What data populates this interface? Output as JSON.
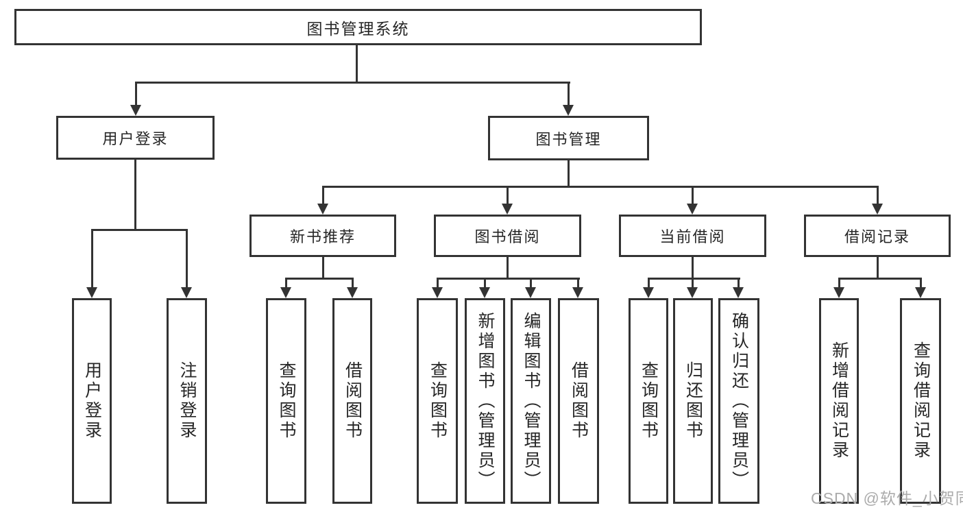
{
  "diagram": {
    "root": {
      "label": "图书管理系统"
    },
    "level2": {
      "user_login": {
        "label": "用户登录",
        "children": [
          "用户登录",
          "注销登录"
        ]
      },
      "book_mgmt": {
        "label": "图书管理",
        "children": {
          "new_books": {
            "label": "新书推荐",
            "children": [
              "查询图书",
              "借阅图书"
            ]
          },
          "borrowing": {
            "label": "图书借阅",
            "children": [
              "查询图书",
              "新增图书（管理员）",
              "编辑图书（管理员）",
              "借阅图书"
            ]
          },
          "current": {
            "label": "当前借阅",
            "children": [
              "查询图书",
              "归还图书",
              "确认归还（管理员）"
            ]
          },
          "records": {
            "label": "借阅记录",
            "children": [
              "新增借阅记录",
              "查询借阅记录"
            ]
          }
        }
      }
    }
  },
  "watermark": {
    "text": "CSDN @软件_小贺同学",
    "color": "#ababab"
  },
  "colors": {
    "line": "#333333",
    "text": "#262626",
    "background": "#ffffff"
  }
}
